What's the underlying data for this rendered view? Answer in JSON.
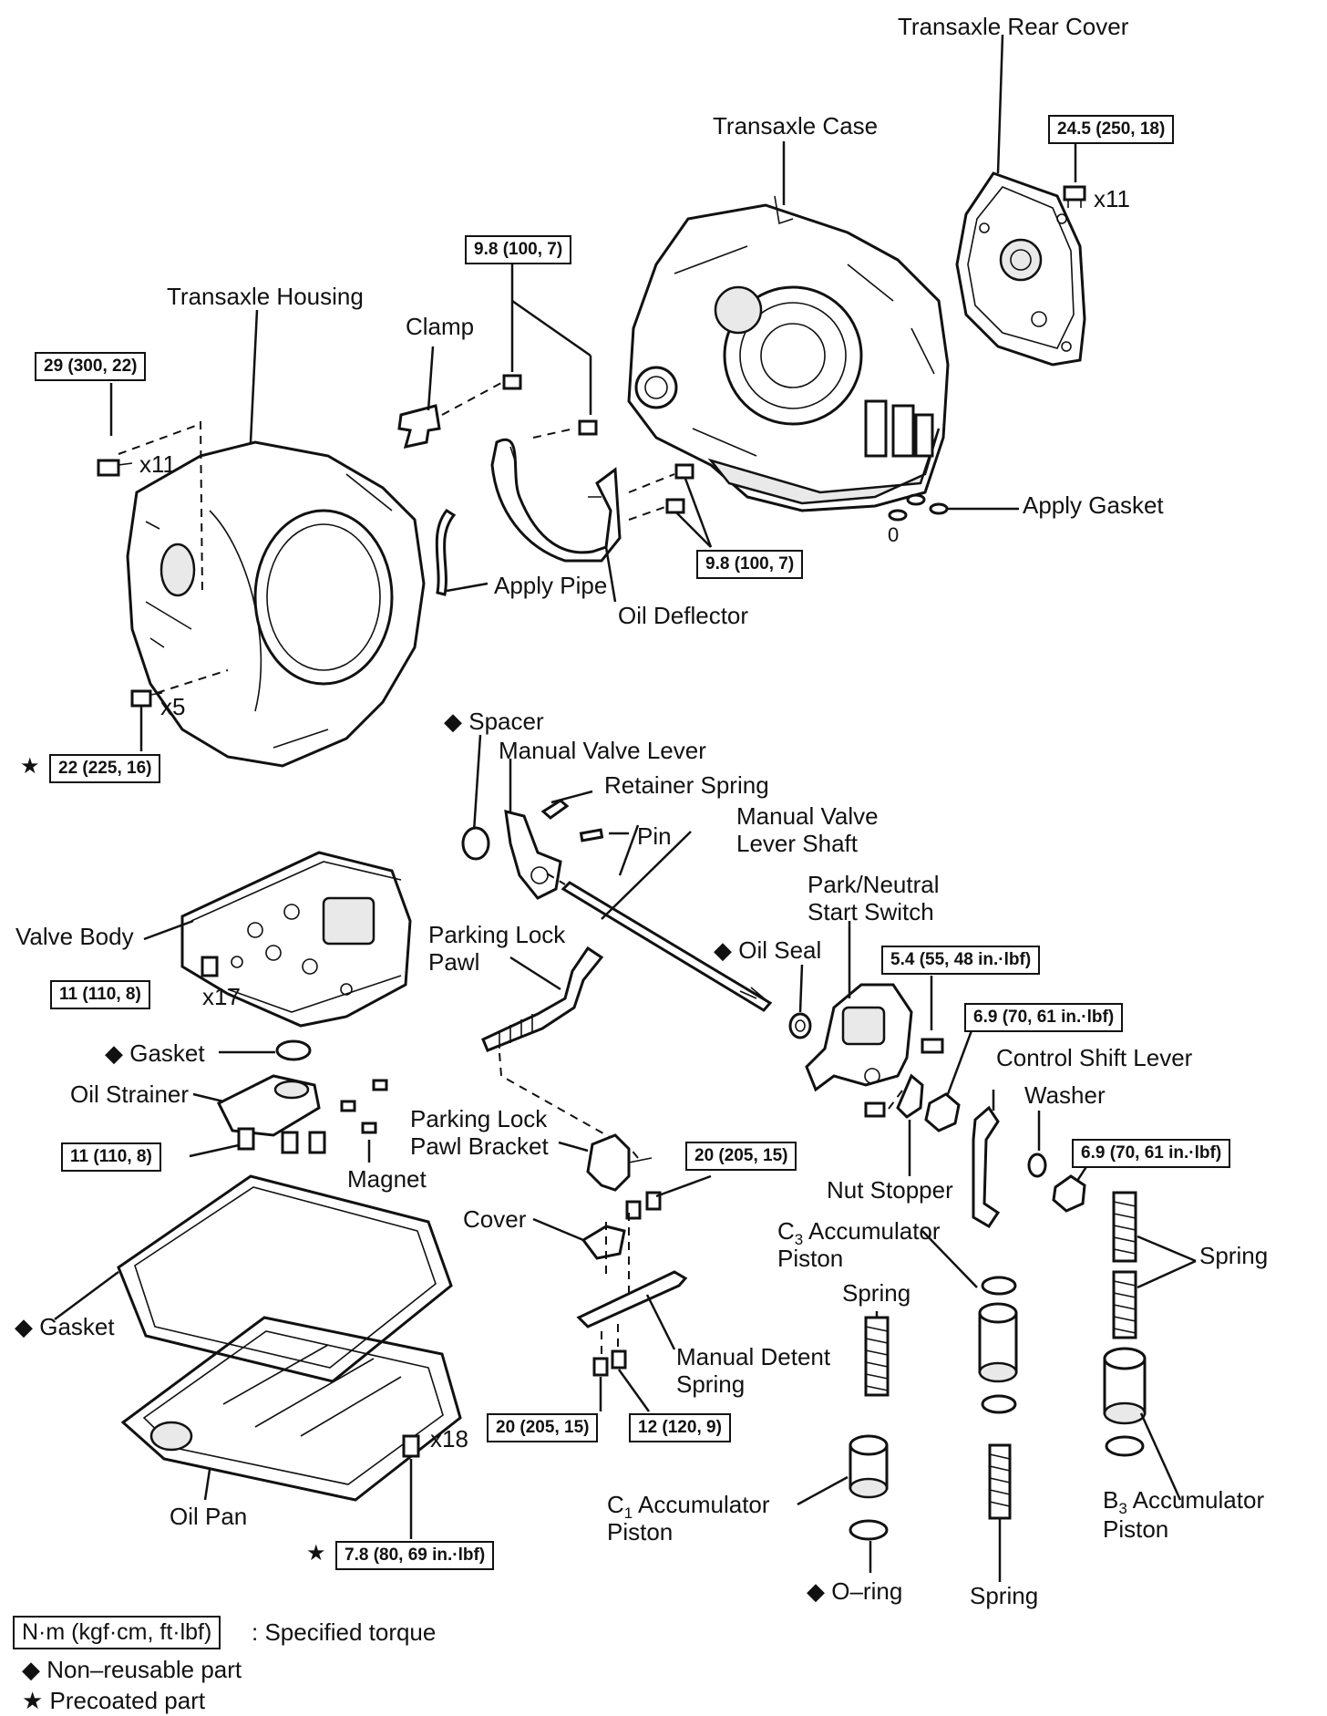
{
  "labels": {
    "transaxle_rear_cover": "Transaxle Rear Cover",
    "transaxle_case": "Transaxle Case",
    "transaxle_housing": "Transaxle Housing",
    "clamp": "Clamp",
    "apply_gasket": "Apply Gasket",
    "apply_pipe": "Apply Pipe",
    "oil_deflector": "Oil Deflector",
    "spacer": "Spacer",
    "manual_valve_lever": "Manual Valve Lever",
    "retainer_spring": "Retainer Spring",
    "pin": "Pin",
    "manual_valve_lever_shaft_1": "Manual Valve",
    "manual_valve_lever_shaft_2": "Lever Shaft",
    "park_neutral_1": "Park/Neutral",
    "park_neutral_2": "Start Switch",
    "valve_body": "Valve Body",
    "parking_lock_pawl_1": "Parking Lock",
    "parking_lock_pawl_2": "Pawl",
    "oil_seal": "Oil Seal",
    "control_shift_lever": "Control Shift Lever",
    "washer": "Washer",
    "gasket_upper": "Gasket",
    "oil_strainer": "Oil Strainer",
    "magnet": "Magnet",
    "parking_lock_pawl_bracket_1": "Parking Lock",
    "parking_lock_pawl_bracket_2": "Pawl Bracket",
    "nut_stopper": "Nut Stopper",
    "cover": "Cover",
    "c3_accumulator_1": "C",
    "c3_sub": "3",
    "c3_accumulator_2": " Accumulator",
    "c3_piston": "Piston",
    "spring_right": "Spring",
    "spring_mid": "Spring",
    "gasket_lower": "Gasket",
    "manual_detent_spring_1": "Manual Detent",
    "manual_detent_spring_2": "Spring",
    "oil_pan": "Oil Pan",
    "c1_accumulator_1": "C",
    "c1_sub": "1",
    "c1_accumulator_2": " Accumulator",
    "c1_piston": "Piston",
    "b3_accumulator_1": "B",
    "b3_sub": "3",
    "b3_accumulator_2": " Accumulator",
    "b3_piston": "Piston",
    "o_ring": "O–ring",
    "spring_bottom": "Spring",
    "zero_marker": "0"
  },
  "torques": {
    "rear_cover": "24.5 (250, 18)",
    "clamp_bolt": "9.8 (100, 7)",
    "housing_bolt": "29 (300, 22)",
    "deflector_bolt": "9.8 (100, 7)",
    "housing_bolt_small": "22 (225, 16)",
    "valve_body": "11 (110, 8)",
    "park_neutral": "5.4 (55, 48 in.·lbf)",
    "nut_upper": "6.9 (70, 61 in.·lbf)",
    "strainer": "11 (110, 8)",
    "bracket": "20 (205, 15)",
    "nut_lower": "6.9 (70, 61 in.·lbf)",
    "detent_left": "20 (205, 15)",
    "detent_right": "12 (120, 9)",
    "oil_pan": "7.8 (80, 69 in.·lbf)"
  },
  "multipliers": {
    "rear_cover": "x11",
    "housing": "x11",
    "housing_small": "x5",
    "valve_body": "x17",
    "oil_pan": "x18"
  },
  "symbols": {
    "diamond": "◆",
    "star": "★"
  },
  "legend": {
    "torque_box": "N·m (kgf·cm, ft·lbf)",
    "torque_text": ": Specified torque",
    "non_reusable": "Non–reusable part",
    "precoated": "Precoated part"
  }
}
